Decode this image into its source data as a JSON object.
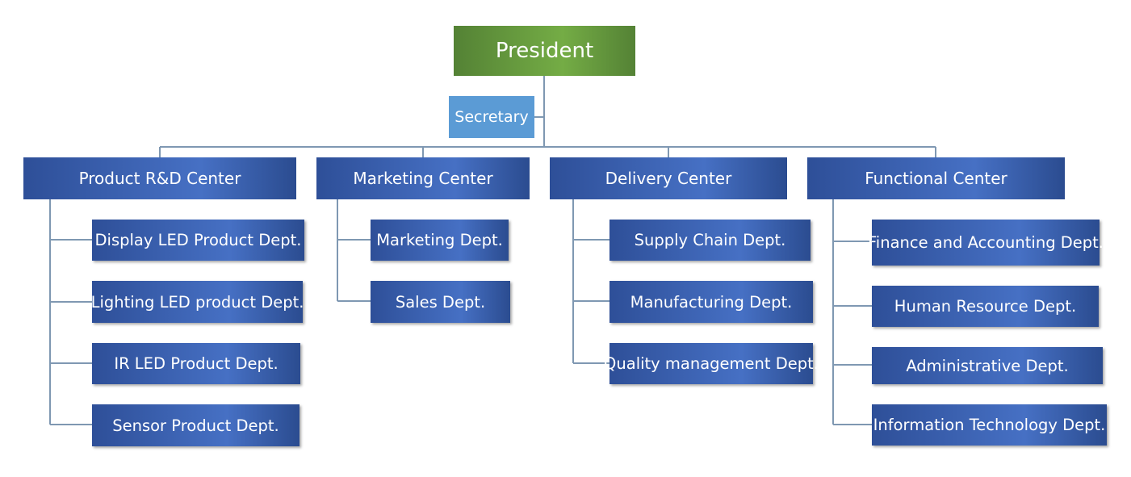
{
  "president": {
    "label": "President"
  },
  "secretary": {
    "label": "Secretary"
  },
  "centers": [
    {
      "label": "Product  R&D Center",
      "departments": [
        "Display LED Product Dept.",
        "Lighting LED product Dept.",
        "IR LED Product Dept.",
        "Sensor Product Dept."
      ]
    },
    {
      "label": "Marketing Center",
      "departments": [
        "Marketing Dept.",
        "Sales Dept."
      ]
    },
    {
      "label": "Delivery Center",
      "departments": [
        "Supply Chain Dept.",
        "Manufacturing Dept.",
        "Quality management Dept."
      ]
    },
    {
      "label": "Functional Center",
      "departments": [
        "Finance and Accounting Dept.",
        "Human Resource Dept.",
        "Administrative Dept.",
        "Information Technology Dept."
      ]
    }
  ],
  "colors": {
    "president": "#5e913b",
    "secretary": "#5b9bd5",
    "box": "#3a60b0",
    "connector": "#7f98b2"
  }
}
